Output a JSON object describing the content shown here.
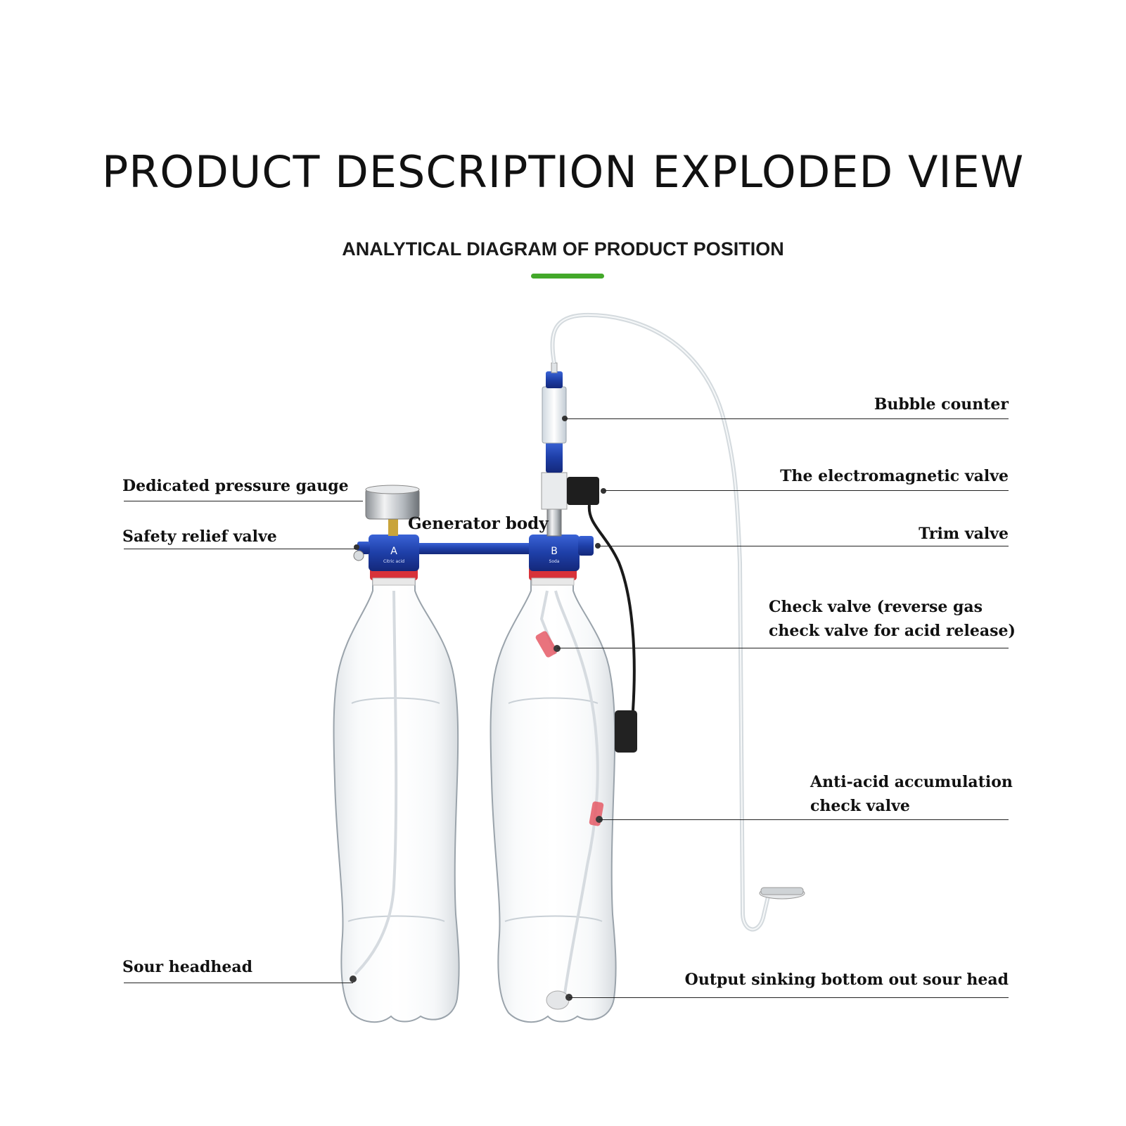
{
  "header": {
    "title": "PRODUCT DESCRIPTION EXPLODED VIEW",
    "subtitle": "ANALYTICAL DIAGRAM OF PRODUCT POSITION"
  },
  "colors": {
    "accent": "#43a82a",
    "manifold_blue": "#1e3fa8",
    "cap_red": "#d8323a",
    "text": "#111111"
  },
  "diagram": {
    "nodes": [
      {
        "id": "pressure-gauge",
        "label": "Dedicated pressure gauge"
      },
      {
        "id": "safety-relief-valve",
        "label": "Safety relief valve"
      },
      {
        "id": "generator-body",
        "label": "Generator body"
      },
      {
        "id": "bubble-counter",
        "label": "Bubble counter"
      },
      {
        "id": "electromagnetic-valve",
        "label": "The electromagnetic valve"
      },
      {
        "id": "trim-valve",
        "label": "Trim valve"
      },
      {
        "id": "check-valve",
        "label": "Check valve (reverse gas\ncheck valve for acid release)"
      },
      {
        "id": "anti-acid-check-valve",
        "label": "Anti-acid accumulation\ncheck valve"
      },
      {
        "id": "sour-headhead",
        "label": "Sour headhead"
      },
      {
        "id": "output-sinking-head",
        "label": "Output sinking bottom out sour head"
      }
    ],
    "bottle_a": {
      "letter": "A",
      "caption": "Citric acid"
    },
    "bottle_b": {
      "letter": "B",
      "caption": "Soda"
    }
  }
}
